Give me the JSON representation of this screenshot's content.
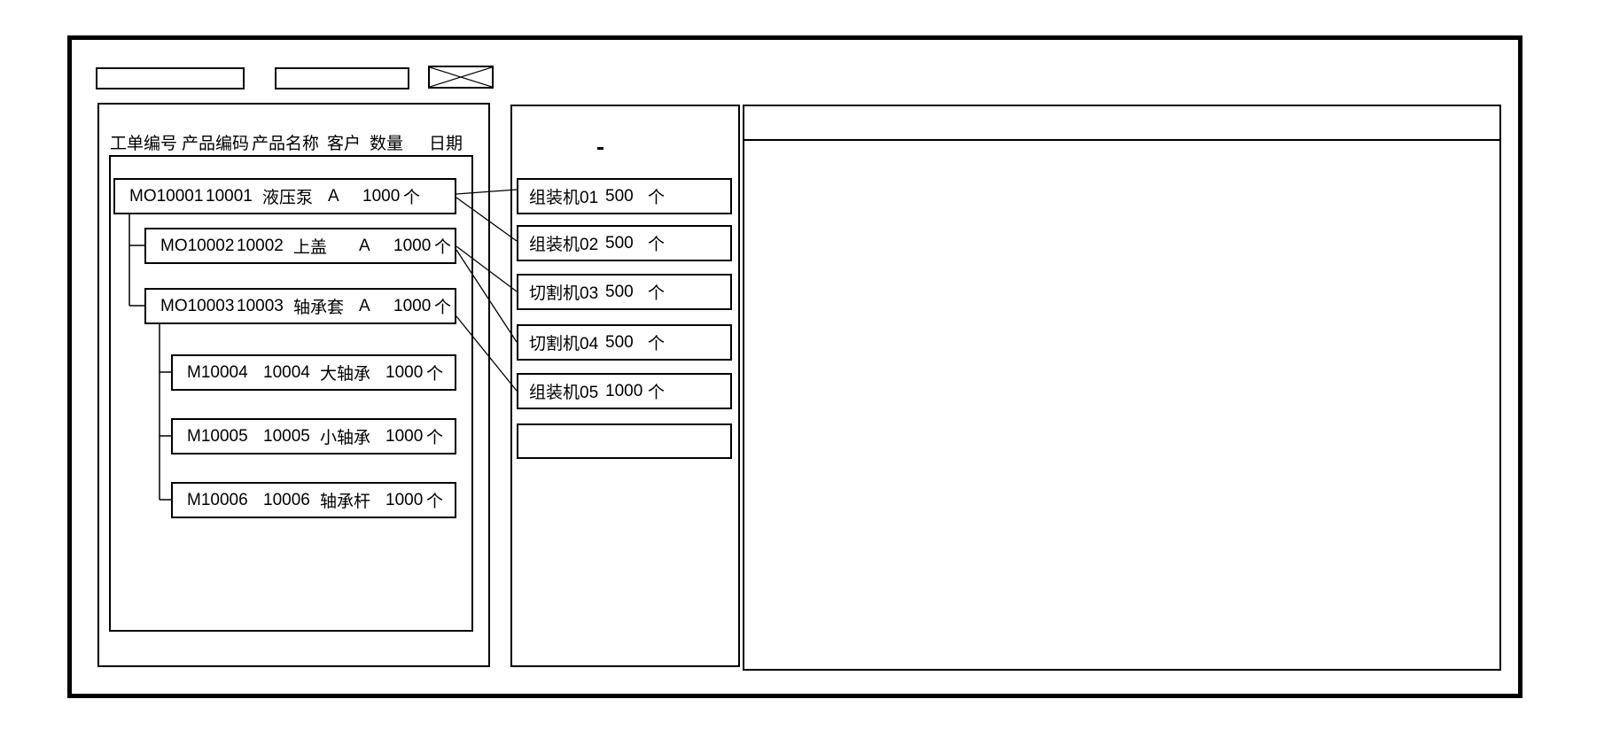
{
  "toolbar": {
    "field1_value": "",
    "field2_value": ""
  },
  "left_panel": {
    "columns": [
      "工单编号",
      "产品编码",
      "产品名称",
      "客户",
      "数量",
      "日期"
    ],
    "orders": [
      {
        "id": "MO10001",
        "code": "10001",
        "name": "液压泵",
        "customer": "A",
        "qty": "1000",
        "unit": "个",
        "level": 0
      },
      {
        "id": "MO10002",
        "code": "10002",
        "name": "上盖",
        "customer": "A",
        "qty": "1000",
        "unit": "个",
        "level": 1
      },
      {
        "id": "MO10003",
        "code": "10003",
        "name": "轴承套",
        "customer": "A",
        "qty": "1000",
        "unit": "个",
        "level": 1
      },
      {
        "id": "M10004",
        "code": "10004",
        "name": "大轴承",
        "customer": "",
        "qty": "1000",
        "unit": "个",
        "level": 2
      },
      {
        "id": "M10005",
        "code": "10005",
        "name": "小轴承",
        "customer": "",
        "qty": "1000",
        "unit": "个",
        "level": 2
      },
      {
        "id": "M10006",
        "code": "10006",
        "name": "轴承杆",
        "customer": "",
        "qty": "1000",
        "unit": "个",
        "level": 2
      }
    ]
  },
  "machine_panel": {
    "machines": [
      {
        "name": "组装机01",
        "qty": "500",
        "unit": "个"
      },
      {
        "name": "组装机02",
        "qty": "500",
        "unit": "个"
      },
      {
        "name": "切割机03",
        "qty": "500",
        "unit": "个"
      },
      {
        "name": "切割机04",
        "qty": "500",
        "unit": "个"
      },
      {
        "name": "组装机05",
        "qty": "1000",
        "unit": "个"
      },
      {
        "name": "",
        "qty": "",
        "unit": ""
      }
    ]
  },
  "connections": [
    {
      "from": "MO10001",
      "to": "组装机01"
    },
    {
      "from": "MO10001",
      "to": "组装机02"
    },
    {
      "from": "MO10002",
      "to": "切割机03"
    },
    {
      "from": "MO10002",
      "to": "切割机04"
    },
    {
      "from": "MO10003",
      "to": "组装机05"
    }
  ],
  "colors": {
    "line": "#000000",
    "background": "#ffffff"
  }
}
